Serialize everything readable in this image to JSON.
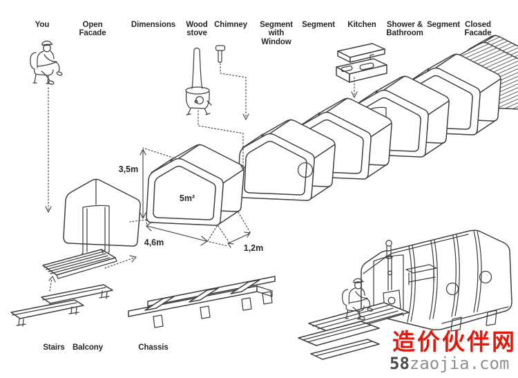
{
  "diagram": {
    "part_labels": {
      "you": "You",
      "open_facade": "Open Facade",
      "dimensions": "Dimensions",
      "wood_stove": "Wood stove",
      "chimney": "Chimney",
      "segment_with_window": "Segment with Window",
      "segment_a": "Segment",
      "kitchen": "Kitchen",
      "shower_bathroom": "Shower & Bathroom",
      "segment_b": "Segment",
      "closed_facade": "Closed Facade",
      "stairs": "Stairs",
      "balcony": "Balcony",
      "chassis": "Chassis"
    },
    "dimension_labels": {
      "height": "3,5m",
      "floor_area": "5m²",
      "length": "4,6m",
      "segment_depth": "1,2m"
    },
    "line_color": "#3d3d3d"
  },
  "watermark": {
    "site_name": "造价伙伴网",
    "url_bold": "58",
    "url_rest": "zaojia.com",
    "name_color": "#e2180d",
    "url_bold_color": "#4a4a4a",
    "url_rest_color": "#8f8f8f"
  }
}
